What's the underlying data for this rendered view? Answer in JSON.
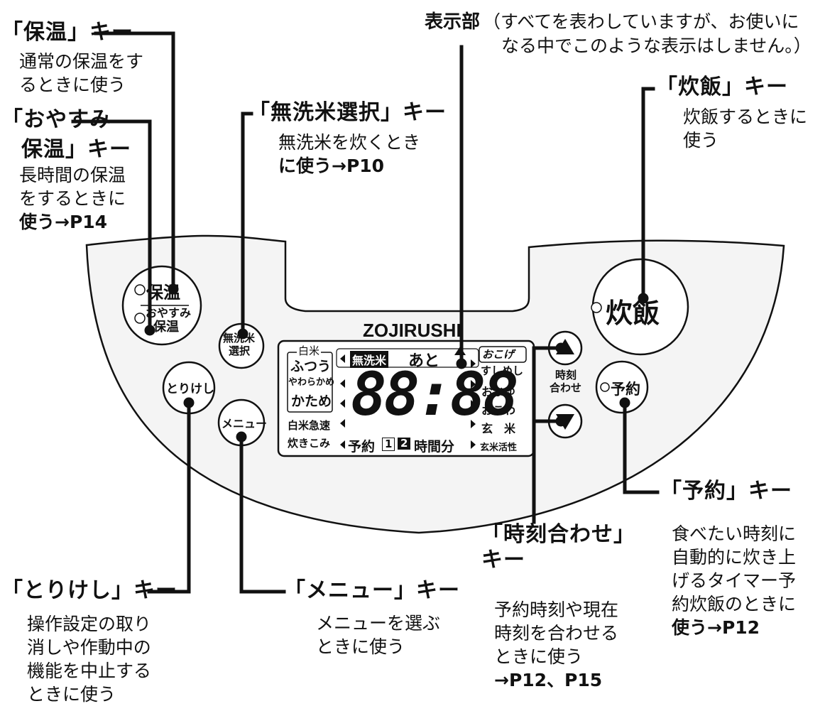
{
  "colors": {
    "ink": "#111111",
    "panel_fill": "#f3f3f3",
    "lcd_fill": "#ffffff"
  },
  "callouts": {
    "hoon_key": {
      "title": "「保温」キー",
      "desc": [
        "通常の保温をす",
        "るときに使う"
      ]
    },
    "oyasumi_key": {
      "title1": "「おやすみ",
      "title2": "保温」キー",
      "desc": [
        "長時間の保温",
        "をするときに",
        "使う→P14"
      ]
    },
    "musenmai_key": {
      "title": "「無洗米選択」キー",
      "desc": [
        "無洗米を炊くとき",
        "に使う→P10"
      ]
    },
    "display": {
      "title": "表示部",
      "note1": "（すべてを表わしていますが、お使いに",
      "note2": "なる中でこのような表示はしません。）"
    },
    "suihan_key": {
      "title": "「炊飯」キー",
      "desc": [
        "炊飯するときに",
        "使う"
      ]
    },
    "yoyaku_key": {
      "title": "「予約」キー",
      "desc": [
        "食べたい時刻に",
        "自動的に炊き上",
        "げるタイマー予",
        "約炊飯のときに",
        "使う→P12"
      ]
    },
    "torikeshi_key": {
      "title": "「とりけし」キー",
      "desc": [
        "操作設定の取り",
        "消しや作動中の",
        "機能を中止する",
        "ときに使う"
      ]
    },
    "menu_key": {
      "title": "「メニュー」キー",
      "desc": [
        "メニューを選ぶ",
        "ときに使う"
      ]
    },
    "jikoku_key": {
      "title1": "「時刻合わせ」",
      "title2": "キー",
      "desc": [
        "予約時刻や現在",
        "時刻を合わせる",
        "ときに使う",
        "→P12、P15"
      ]
    }
  },
  "panel": {
    "brand": "ZOJIRUSHI",
    "buttons": {
      "hoon": "保温",
      "oyasumi1": "おやすみ",
      "oyasumi2": "保温",
      "musenmai1": "無洗米",
      "musenmai2": "選択",
      "torikeshi": "とりけし",
      "menu": "メニュー",
      "suihan": "炊飯",
      "yoyaku": "予約",
      "jikoku1": "時刻",
      "jikoku2": "合わせ"
    },
    "lcd": {
      "hakumai": "白米",
      "futsuu": "ふつう",
      "yawaraka": "やわらかめ",
      "katame": "かため",
      "kyusoku": "白米急速",
      "takikomi": "炊きこみ",
      "musenmai_tag": "無洗米",
      "ato": "あと",
      "digits": "88:88",
      "yoyaku": "予約",
      "num1": "1",
      "num2": "2",
      "jikanfun": "時間分",
      "okoge": "おこげ",
      "sushimeshi": "すしめし",
      "okayu": "おかゆ",
      "okowa": "おこわ",
      "genmai": "玄　米",
      "genmai_kassei": "玄米活性"
    }
  }
}
